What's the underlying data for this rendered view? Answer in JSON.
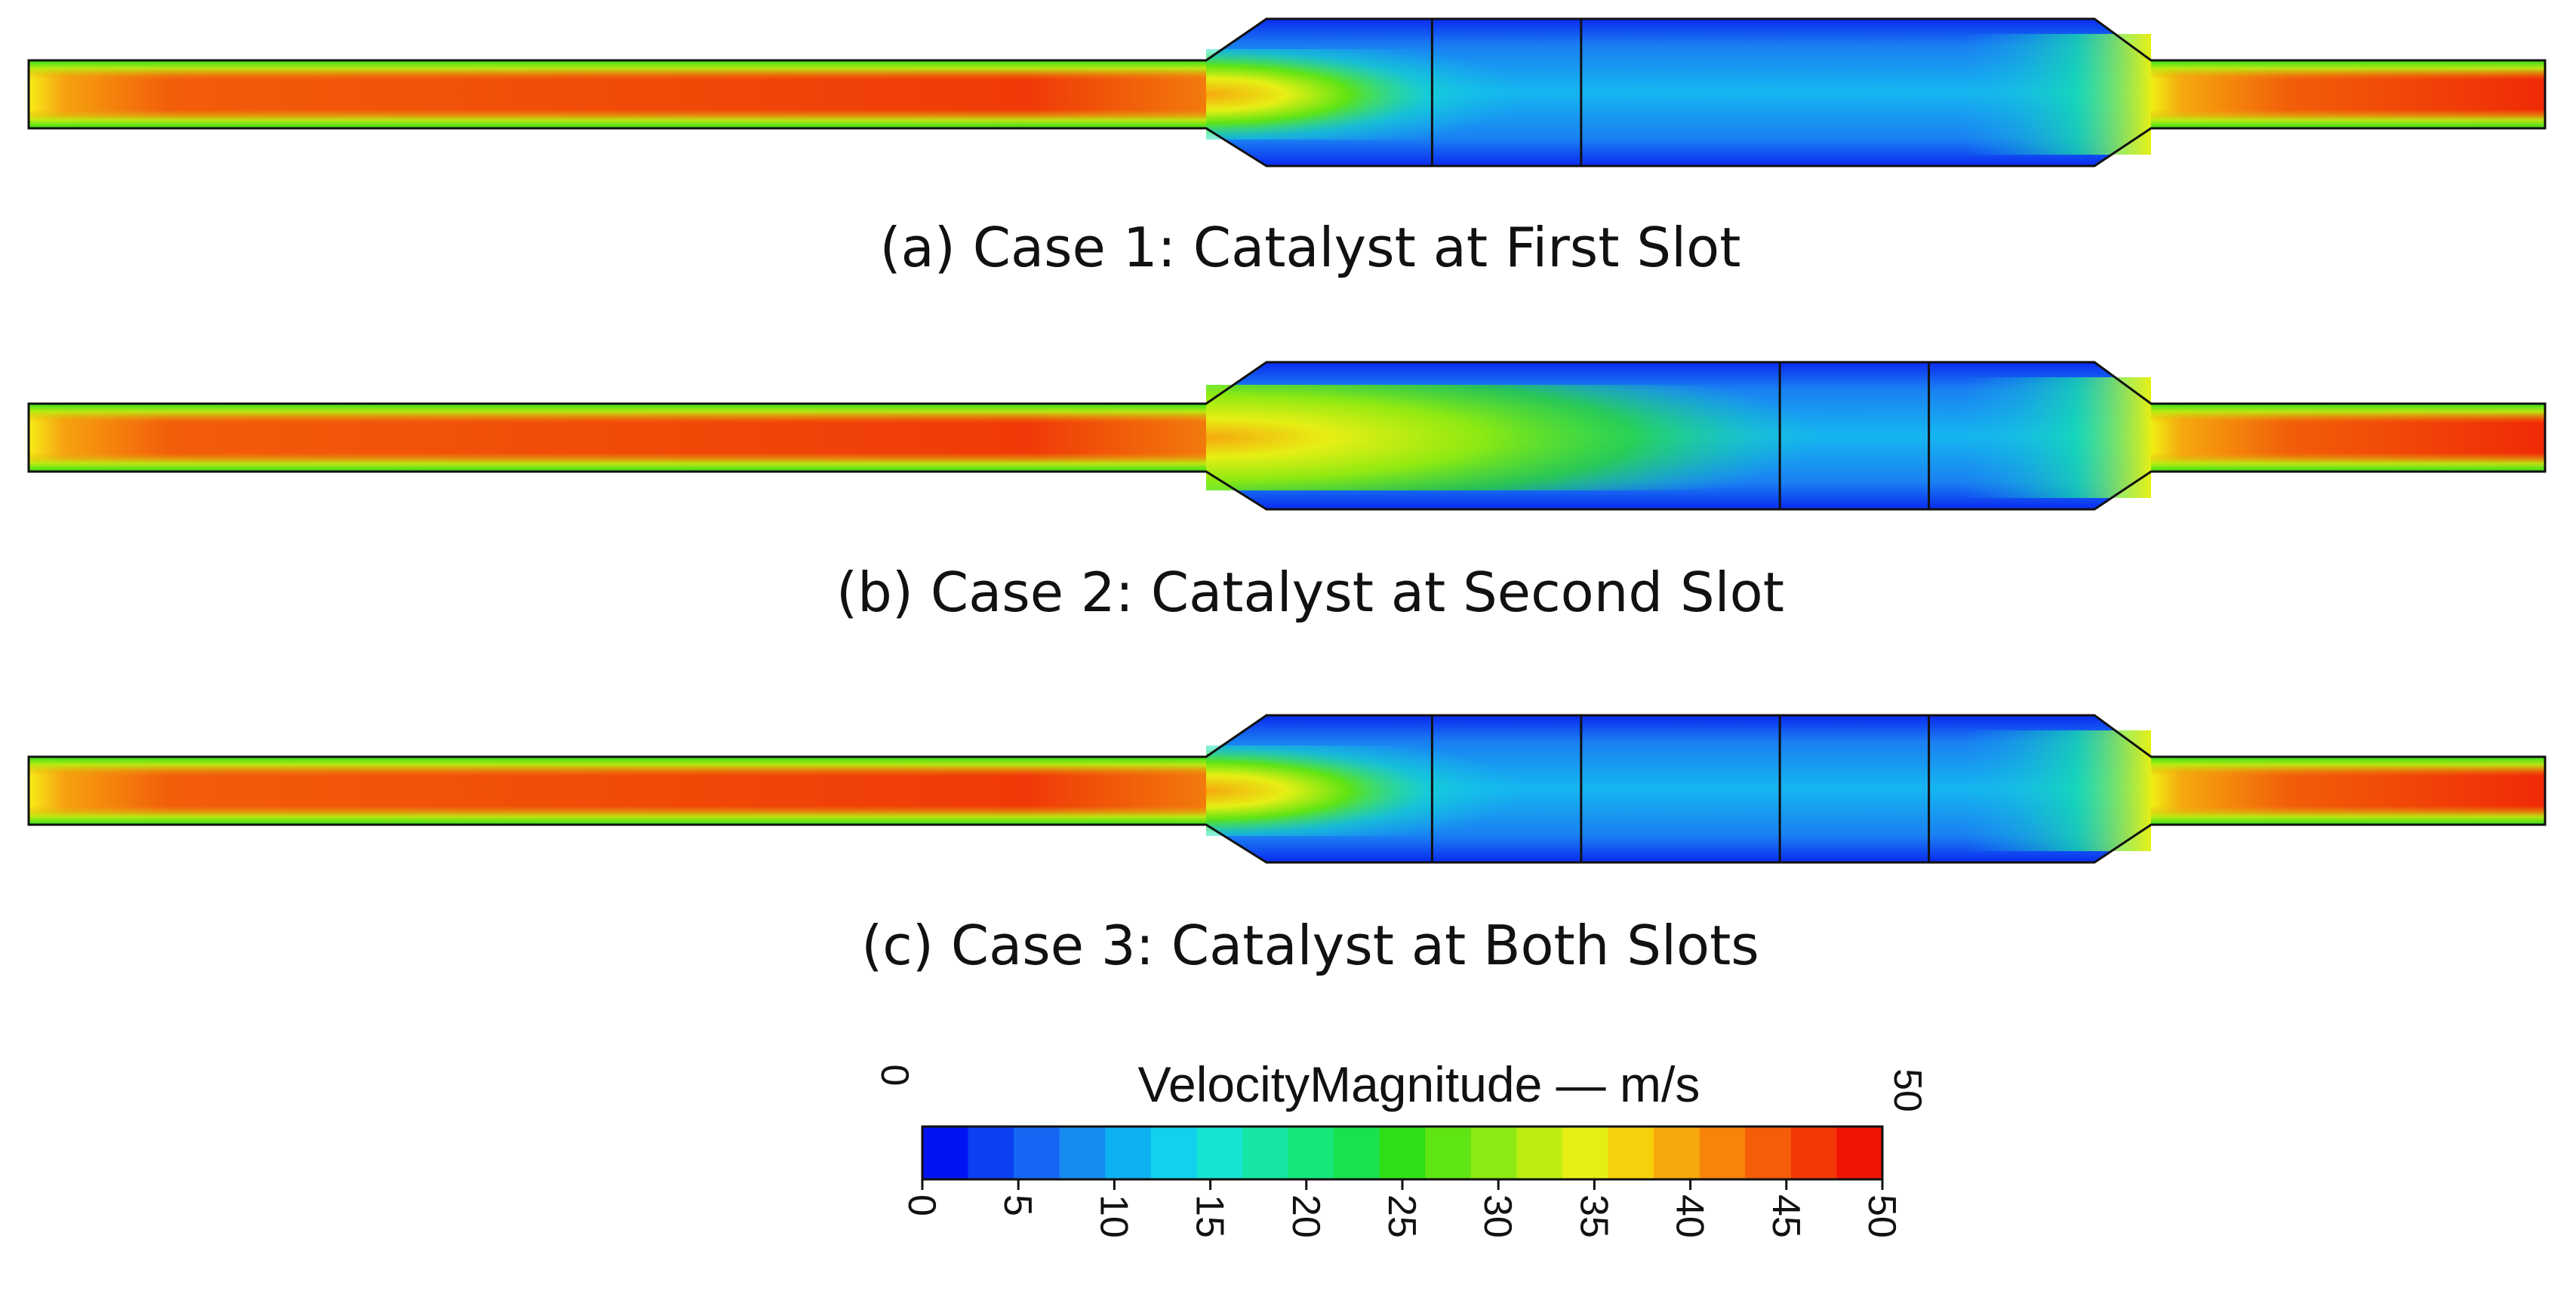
{
  "panels": [
    {
      "caption": "(a) Case 1: Catalyst at First Slot",
      "dividers": [
        0.2,
        0.38
      ]
    },
    {
      "caption": "(b) Case 2: Catalyst at Second Slot",
      "dividers": [
        0.62,
        0.8
      ]
    },
    {
      "caption": "(c) Case 3: Catalyst at Both Slots",
      "dividers": [
        0.2,
        0.38,
        0.62,
        0.8
      ]
    }
  ],
  "legend": {
    "title": "VelocityMagnitude — m/s",
    "min_label": "0",
    "max_label": "50",
    "ticks": [
      "0",
      "5",
      "10",
      "15",
      "20",
      "25",
      "30",
      "35",
      "40",
      "45",
      "50"
    ],
    "colors": [
      "#0014f2",
      "#0a3ff2",
      "#1666f3",
      "#168cf0",
      "#0db1f0",
      "#12d0ee",
      "#16e3d2",
      "#16e5a6",
      "#15e67a",
      "#18e24c",
      "#2edf18",
      "#5fe414",
      "#8de912",
      "#bded12",
      "#e6ef14",
      "#f6d00b",
      "#f7a90c",
      "#f7840b",
      "#f55d08",
      "#f33806",
      "#f01405"
    ]
  }
}
